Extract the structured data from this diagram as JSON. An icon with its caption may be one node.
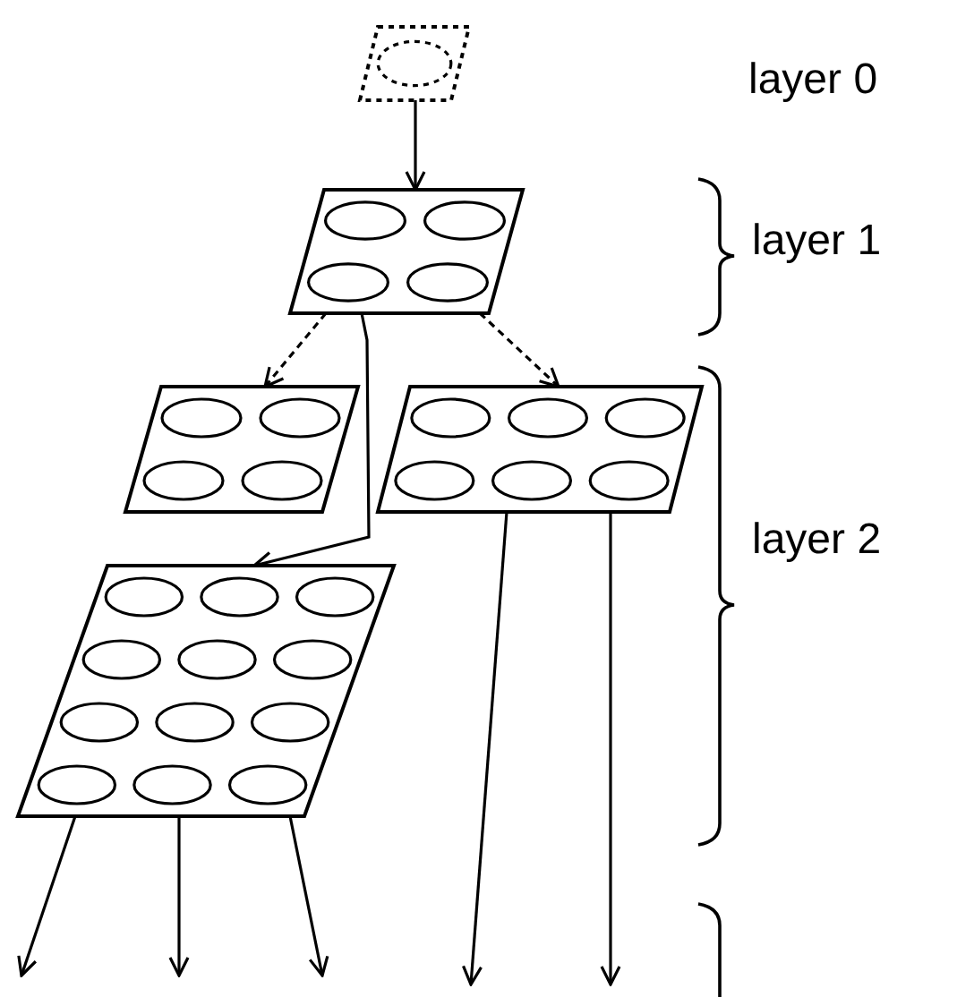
{
  "diagram": {
    "nodes": [
      {
        "text": [],
        "shape": "parallelogram"
      },
      {
        "text": [],
        "shape": "parallelogram"
      },
      {
        "text": [],
        "shape": "parallelogram"
      },
      {
        "text": [],
        "shape": "parallelogram"
      },
      {
        "text": [],
        "shape": "parallelogram"
      }
    ],
    "edges": [
      {
        "from": 0,
        "to": 1,
        "arrow": "to"
      },
      {
        "from": 1,
        "to": 2,
        "arrow": "to",
        "style": "dashed"
      },
      {
        "from": 1,
        "to": 3,
        "arrow": "to",
        "style": "dashed"
      },
      {
        "from": 1,
        "to": 4,
        "arrow": "to"
      },
      {
        "from": 4,
        "to": null,
        "arrow": "to"
      },
      {
        "from": 4,
        "to": null,
        "arrow": "to"
      },
      {
        "from": 4,
        "to": null,
        "arrow": "to"
      },
      {
        "from": 3,
        "to": null,
        "arrow": "to"
      },
      {
        "from": 3,
        "to": null,
        "arrow": "to"
      }
    ],
    "labels": [
      "layer 0",
      "layer 1",
      "layer 2"
    ]
  }
}
